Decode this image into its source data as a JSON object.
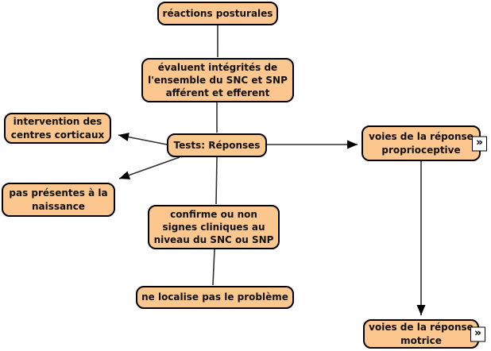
{
  "colors": {
    "node_fill": "#FBC78E",
    "node_border": "#000000",
    "node_text": "#111111",
    "edge": "#303030",
    "arrowhead": "#000000",
    "background": "#FFFFFF",
    "resource_icon_bg": "#FFFFFF",
    "resource_icon_border": "#000000"
  },
  "resource_icon": {
    "glyph": "»"
  },
  "nodes": [
    {
      "label": "réactions posturales"
    },
    {
      "label": "évaluent intégrités de\nl'ensemble du SNC et SNP\nafférent et efferent"
    },
    {
      "label": "intervention des\ncentres corticaux"
    },
    {
      "label": "Tests: Réponses"
    },
    {
      "label": "pas présentes à la\nnaissance"
    },
    {
      "label": "voies de la réponse\nproprioceptive"
    },
    {
      "label": "confirme ou non\nsignes cliniques au\nniveau du SNC ou SNP"
    },
    {
      "label": "ne localise pas le problème"
    },
    {
      "label": "voies de la réponse\nmotrice"
    }
  ]
}
